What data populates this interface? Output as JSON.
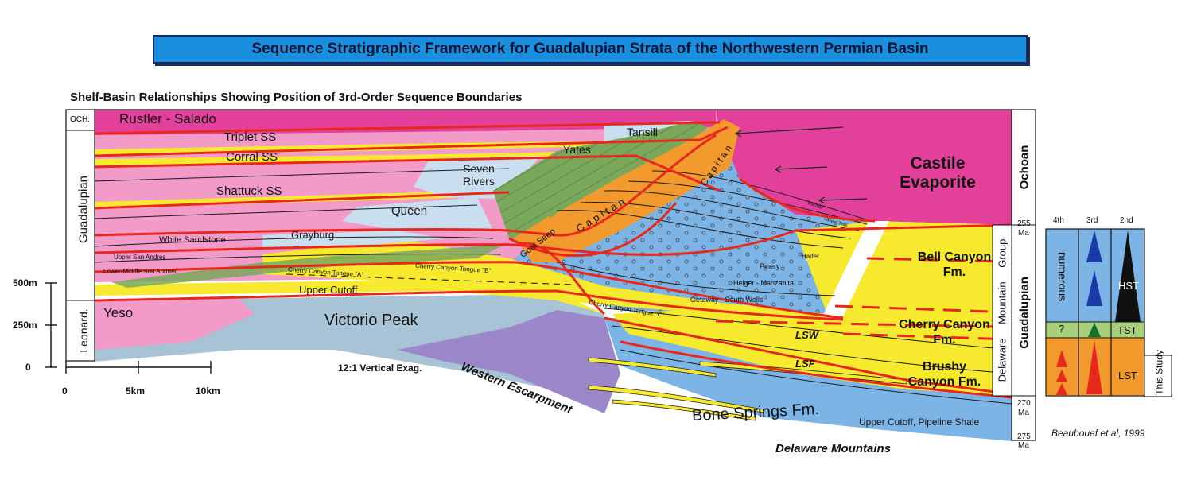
{
  "title": "Sequence Stratigraphic Framework for Guadalupian Strata of the Northwestern Permian Basin",
  "subtitle": "Shelf-Basin Relationships Showing Position of 3rd-Order Sequence Boundaries",
  "left_column": {
    "och": "OCH.",
    "guadalupian": "Guadalupian",
    "leonard": "Leonard."
  },
  "right_column": {
    "ochoan": "Ochoan",
    "delaware_mountain_group": "Delaware Mountain Group",
    "guadalupian": "Guadalupian",
    "age_255": "255",
    "age_270": "270",
    "age_275": "275",
    "ma": "Ma"
  },
  "order_panel": {
    "headers": [
      "4th",
      "3rd",
      "2nd"
    ],
    "numerous": "numerous",
    "question": "?",
    "hst": "HST",
    "tst": "TST",
    "lst": "LST",
    "this_study": "This Study"
  },
  "scale": {
    "vertical": [
      "500m",
      "250m",
      "0"
    ],
    "horizontal": [
      "0",
      "5km",
      "10km"
    ],
    "exaggeration": "12:1 Vertical Exag."
  },
  "units": {
    "rustler_salado": "Rustler - Salado",
    "triplet_ss": "Triplet SS",
    "corral_ss": "Corral SS",
    "shattuck_ss": "Shattuck SS",
    "tansill": "Tansill",
    "yates": "Yates",
    "seven_rivers": "Seven Rivers",
    "queen": "Queen",
    "grayburg": "Grayburg",
    "white_sandstone": "White Sandstone",
    "upper_san_andres": "Upper San Andres",
    "lower_middle_san_andres": "Lower-Middle San Andres",
    "cherry_canyon_tongue_a": "Cherry Canyon Tongue \"A\"",
    "cherry_canyon_tongue_b": "Cherry Canyon Tongue \"B\"",
    "cherry_canyon_tongue_c": "Cherry Canyon Tongue \"C\"",
    "upper_cutoff": "Upper Cutoff",
    "yeso": "Yeso",
    "victorio_peak": "Victorio Peak",
    "goat_seep": "Goat Seep",
    "capitan": "Capitan",
    "capitan_upper": "Capitan",
    "castile_evaporite": "Castile Evaporite",
    "lamar": "Lamar",
    "reef_trail": "Reef Trail",
    "hader": "Hader",
    "pinery": "Pinery",
    "helger_manzanita": "Helger - Manzanita",
    "getaway_south_wells": "Getaway - South Wells",
    "bell_canyon": "Bell Canyon Fm.",
    "cherry_canyon": "Cherry Canyon Fm.",
    "brushy_canyon": "Brushy Canyon Fm.",
    "lsw": "LSW",
    "lsf": "LSF",
    "bone_springs": "Bone Springs Fm.",
    "upper_cutoff_pipeline": "Upper Cutoff, Pipeline Shale",
    "western_escarpment": "Western Escarpment",
    "delaware_mountains": "Delaware Mountains"
  },
  "citation": "Beaubouef et al, 1999",
  "colors": {
    "evaporite_magenta": "#e2409a",
    "shelf_pink": "#f29ac8",
    "sandstone_yellow": "#f7ea2e",
    "reef_orange": "#f29a2e",
    "carbonate_green": "#79a85a",
    "slope_blue": "#7db4e6",
    "basin_gray": "#a9c3d6",
    "boundary_red": "#e8281c",
    "banner_blue": "#1a8fe0"
  }
}
